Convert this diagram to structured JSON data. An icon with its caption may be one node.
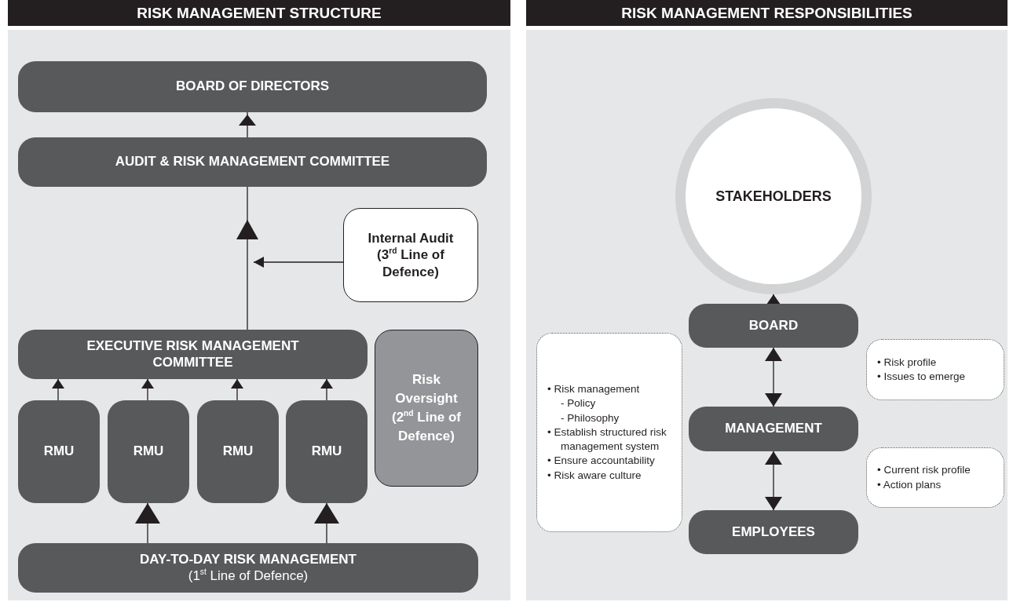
{
  "diagram": {
    "nodes": [
      {
        "text": [
          "RISK MANAGEMENT STRUCTURE"
        ]
      },
      {
        "text": [
          "BOARD OF DIRECTORS"
        ],
        "in": 0
      },
      {
        "text": [
          "AUDIT & RISK MANAGEMENT COMMITTEE"
        ],
        "in": 0
      },
      {
        "text": [
          "Internal Audit (3$^{rd}$ Line of Defence)"
        ],
        "in": 0
      },
      {
        "text": [
          "EXECUTIVE RISK MANAGEMENT COMMITTEE"
        ],
        "in": 0
      },
      {
        "text": [
          "Risk Oversight (2$^{nd}$ Line of Defence)"
        ],
        "in": 0
      },
      {
        "text": [
          "RMU"
        ],
        "in": 0
      },
      {
        "text": [
          "RMU"
        ],
        "in": 0
      },
      {
        "text": [
          "RMU"
        ],
        "in": 0
      },
      {
        "text": [
          "RMU"
        ],
        "in": 0
      },
      {
        "text": [
          "DAY-TO-DAY RISK MANAGEMENT",
          "(1$^{st}$ Line of Defence)"
        ],
        "in": 0
      },
      {
        "text": [
          "RISK MANAGEMENT RESPONSIBILITIES"
        ]
      },
      {
        "text": [
          "STAKEHOLDERS"
        ],
        "in": 11
      },
      {
        "text": [
          "BOARD"
        ],
        "in": 11
      },
      {
        "text": [
          "MANAGEMENT"
        ],
        "in": 11
      },
      {
        "text": [
          "EMPLOYEES"
        ],
        "in": 11
      },
      {
        "text": [
          "• Risk management",
          "- Policy",
          "- Philosophy",
          "• Establish structured risk management system",
          "• Ensure accountability",
          "• Risk aware culture"
        ],
        "in": 11
      },
      {
        "text": [
          "• Risk profile",
          "• Issues to emerge"
        ],
        "in": 11
      },
      {
        "text": [
          "• Current risk profile",
          "• Action plans"
        ],
        "in": 11
      }
    ],
    "edges": [
      {
        "from": 2,
        "to": 1,
        "arrow": "to"
      },
      {
        "from": 4,
        "to": 2,
        "arrow": "to"
      },
      {
        "from": 3,
        "to": null,
        "arrow": "to"
      },
      {
        "from": 6,
        "to": 4,
        "arrow": "to"
      },
      {
        "from": 7,
        "to": 4,
        "arrow": "to"
      },
      {
        "from": 8,
        "to": 4,
        "arrow": "to"
      },
      {
        "from": 9,
        "to": 4,
        "arrow": "to"
      },
      {
        "from": 10,
        "to": 7,
        "arrow": "to"
      },
      {
        "from": 10,
        "to": 9,
        "arrow": "to"
      },
      {
        "from": 13,
        "to": 12,
        "arrow": "to"
      },
      {
        "from": 13,
        "to": 14,
        "arrow": "both"
      },
      {
        "from": 14,
        "to": 15,
        "arrow": "both"
      }
    ]
  }
}
